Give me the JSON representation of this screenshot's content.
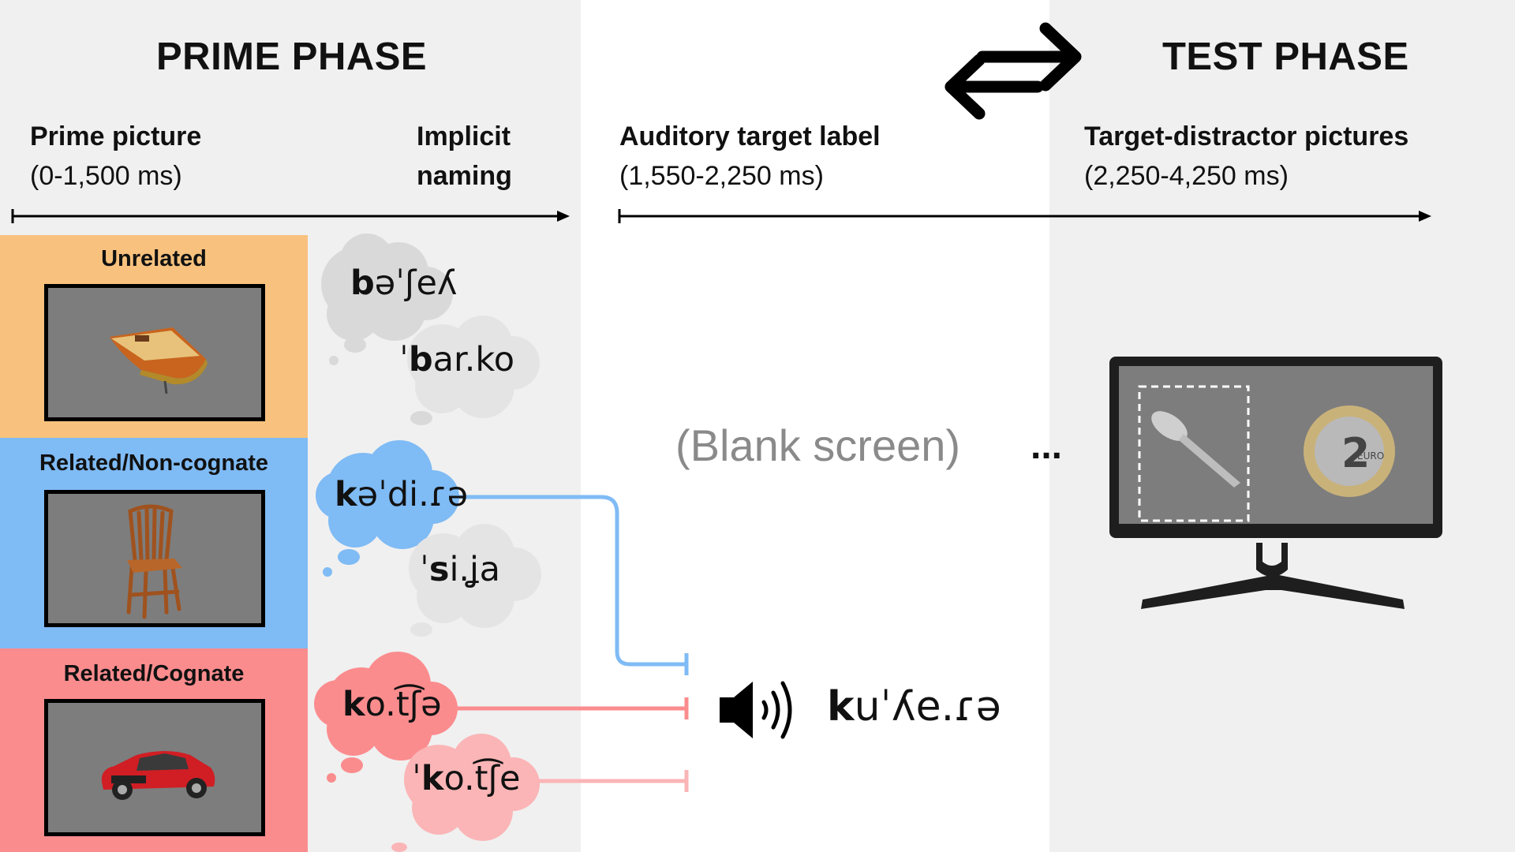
{
  "phases": {
    "prime_title": "PRIME PHASE",
    "test_title": "TEST PHASE"
  },
  "columns": {
    "prime_picture": {
      "title": "Prime picture",
      "time": "(0-1,500 ms)"
    },
    "implicit_naming": {
      "title_line1": "Implicit",
      "title_line2": "naming"
    },
    "auditory_target": {
      "title": "Auditory target label",
      "time": "(1,550-2,250 ms)"
    },
    "target_distractor": {
      "title": "Target-distractor pictures",
      "time": "(2,250-4,250 ms)"
    }
  },
  "conditions": [
    {
      "label": "Unrelated",
      "color": "#f8c27e",
      "picture": "boat",
      "words": [
        {
          "bold": "b",
          "rest": "əˈʃeʎ"
        },
        {
          "pre": "ˈ",
          "bold": "b",
          "rest": "ar.ko"
        }
      ],
      "bubble_color": "#d9d9d9"
    },
    {
      "label": "Related/Non-cognate",
      "color": "#7fbbf5",
      "picture": "chair",
      "words": [
        {
          "bold": "k",
          "rest": "əˈdi.ɾə"
        },
        {
          "pre": "ˈ",
          "bold": "s",
          "rest": "i.ʝa"
        }
      ],
      "bubble_color": "#7fbbf5"
    },
    {
      "label": "Related/Cognate",
      "color": "#fb8c8e",
      "picture": "car",
      "words": [
        {
          "bold": "k",
          "rest": "o.t͡ʃə"
        },
        {
          "pre": "ˈ",
          "bold": "k",
          "rest": "o.t͡ʃe"
        }
      ],
      "bubble_color": "#fb8c8e"
    }
  ],
  "blank_screen": "(Blank screen)",
  "ellipsis": "...",
  "auditory_word": {
    "bold": "k",
    "rest": "uˈʎe.ɾə"
  },
  "icons": [
    "speaker-icon",
    "swap-arrows-icon",
    "monitor-icon"
  ],
  "monitor": {
    "target": "spoon",
    "distractor": "euro-coin",
    "coin_text": "2",
    "coin_euro": "EURO"
  },
  "colors": {
    "unrelated": "#f8c27e",
    "non_cognate": "#7fbbf5",
    "cognate": "#fb8c8e",
    "panel_bg": "#f0f0f0"
  }
}
